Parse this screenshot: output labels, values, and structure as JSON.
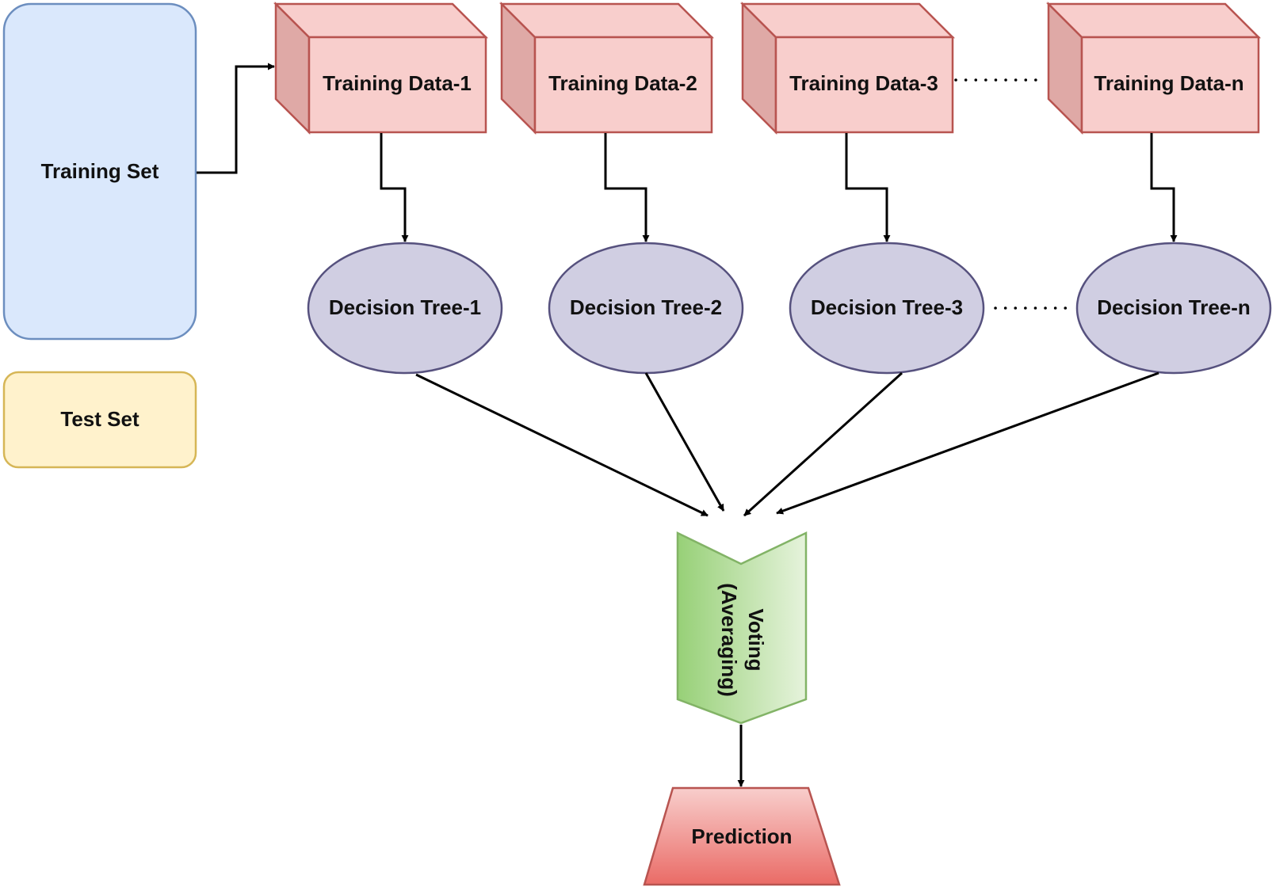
{
  "training_set": {
    "label": "Training Set",
    "fill": "#dae8fc",
    "stroke": "#6c8ebf"
  },
  "test_set": {
    "label": "Test Set",
    "fill": "#fff2cc",
    "stroke": "#d6b656"
  },
  "training_data": {
    "fill": "#f8cecc",
    "side_fill": "#dfa9a6",
    "stroke": "#b85450",
    "items": [
      {
        "label": "Training Data-1"
      },
      {
        "label": "Training Data-2"
      },
      {
        "label": "Training Data-3"
      },
      {
        "label": "Training Data-n"
      }
    ]
  },
  "decision_trees": {
    "fill": "#d0cee2",
    "stroke": "#56517e",
    "items": [
      {
        "label": "Decision Tree-1"
      },
      {
        "label": "Decision Tree-2"
      },
      {
        "label": "Decision Tree-3"
      },
      {
        "label": "Decision Tree-n"
      }
    ]
  },
  "voting": {
    "line1": "Voting",
    "line2": "(Averaging)",
    "fill_start": "#97d077",
    "fill_end": "#e6f3dc",
    "stroke": "#82b366"
  },
  "prediction": {
    "label": "Prediction",
    "fill_top": "#f8cecc",
    "fill_bottom": "#ea6b66",
    "stroke": "#b85450"
  },
  "connector_color": "#000000"
}
